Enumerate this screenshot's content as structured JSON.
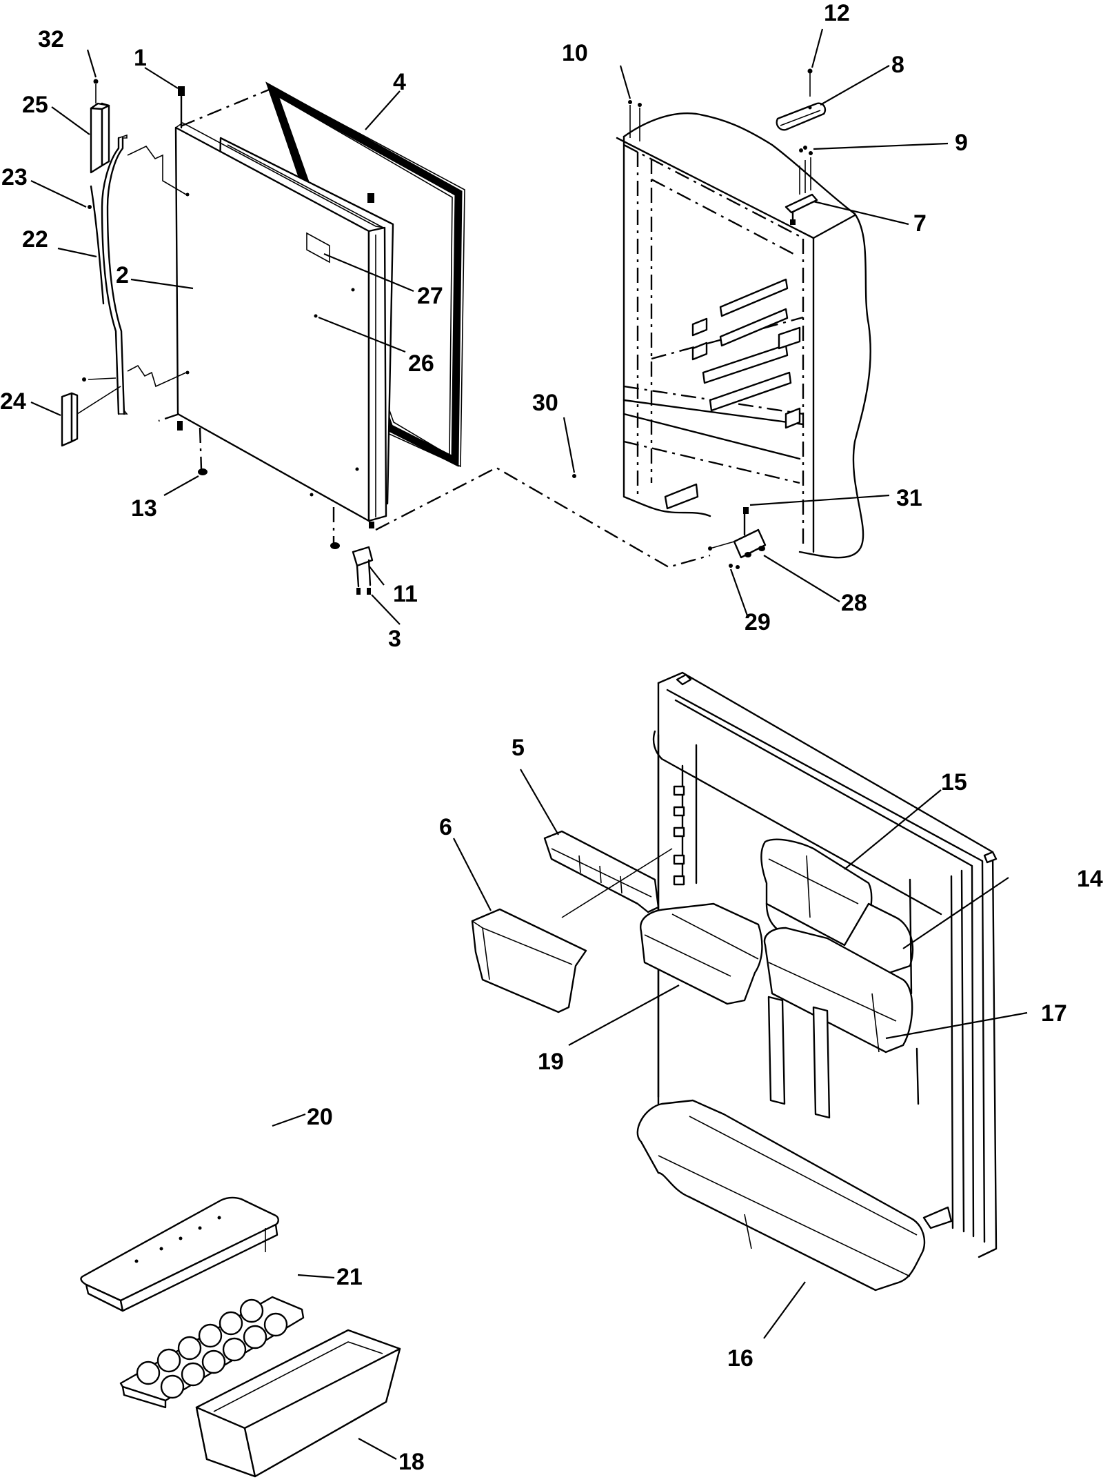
{
  "diagram": {
    "callouts": [
      {
        "id": "1",
        "label": "1"
      },
      {
        "id": "2",
        "label": "2"
      },
      {
        "id": "3",
        "label": "3"
      },
      {
        "id": "4",
        "label": "4"
      },
      {
        "id": "5",
        "label": "5"
      },
      {
        "id": "6",
        "label": "6"
      },
      {
        "id": "7",
        "label": "7"
      },
      {
        "id": "8",
        "label": "8"
      },
      {
        "id": "9",
        "label": "9"
      },
      {
        "id": "10",
        "label": "10"
      },
      {
        "id": "11",
        "label": "11"
      },
      {
        "id": "12",
        "label": "12"
      },
      {
        "id": "13",
        "label": "13"
      },
      {
        "id": "14",
        "label": "14"
      },
      {
        "id": "15",
        "label": "15"
      },
      {
        "id": "16",
        "label": "16"
      },
      {
        "id": "17",
        "label": "17"
      },
      {
        "id": "18",
        "label": "18"
      },
      {
        "id": "19",
        "label": "19"
      },
      {
        "id": "20",
        "label": "20"
      },
      {
        "id": "21",
        "label": "21"
      },
      {
        "id": "22",
        "label": "22"
      },
      {
        "id": "23",
        "label": "23"
      },
      {
        "id": "24",
        "label": "24"
      },
      {
        "id": "25",
        "label": "25"
      },
      {
        "id": "26",
        "label": "26"
      },
      {
        "id": "27",
        "label": "27"
      },
      {
        "id": "28",
        "label": "28"
      },
      {
        "id": "29",
        "label": "29"
      },
      {
        "id": "30",
        "label": "30"
      },
      {
        "id": "31",
        "label": "31"
      },
      {
        "id": "32",
        "label": "32"
      }
    ],
    "colors": {
      "line": "#000000",
      "background": "#ffffff"
    }
  }
}
